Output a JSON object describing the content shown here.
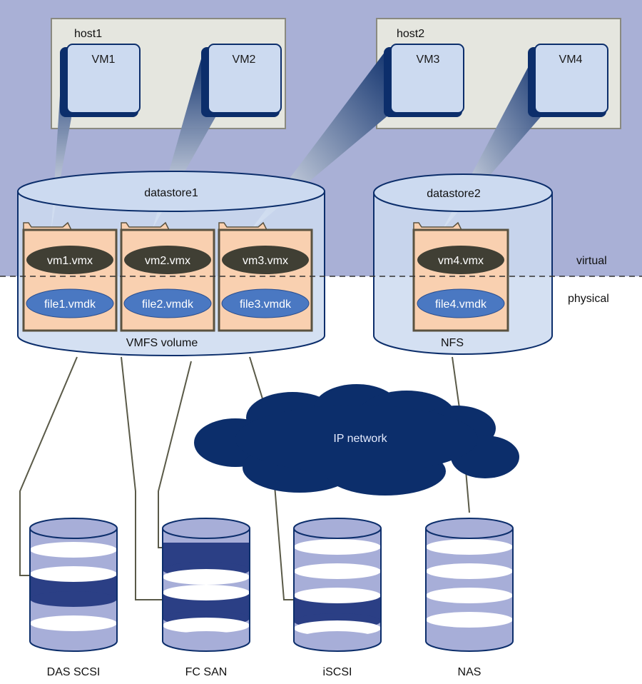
{
  "hosts": [
    {
      "label": "host1",
      "vms": [
        "VM1",
        "VM2"
      ]
    },
    {
      "label": "host2",
      "vms": [
        "VM3",
        "VM4"
      ]
    }
  ],
  "datastores": [
    {
      "label": "datastore1",
      "volume_label": "VMFS volume",
      "folders": [
        {
          "vmx": "vm1.vmx",
          "vmdk": "file1.vmdk"
        },
        {
          "vmx": "vm2.vmx",
          "vmdk": "file2.vmdk"
        },
        {
          "vmx": "vm3.vmx",
          "vmdk": "file3.vmdk"
        }
      ]
    },
    {
      "label": "datastore2",
      "volume_label": "NFS",
      "folders": [
        {
          "vmx": "vm4.vmx",
          "vmdk": "file4.vmdk"
        }
      ]
    }
  ],
  "layers": {
    "virtual": "virtual",
    "physical": "physical"
  },
  "network": {
    "label": "IP network"
  },
  "storage": [
    "DAS SCSI",
    "FC SAN",
    "iSCSI",
    "NAS"
  ],
  "colors": {
    "virtual_bg": "#a9b0d6",
    "host_bg": "#e5e6df",
    "vm_fill": "#ccdaf0",
    "navy": "#0c2e6b",
    "folder_fill": "#f9d0b0",
    "vmx_fill": "#403f34",
    "vmdk_fill": "#4a78c2",
    "disk_light": "#a7aed8",
    "disk_dark": "#2b3f85"
  }
}
